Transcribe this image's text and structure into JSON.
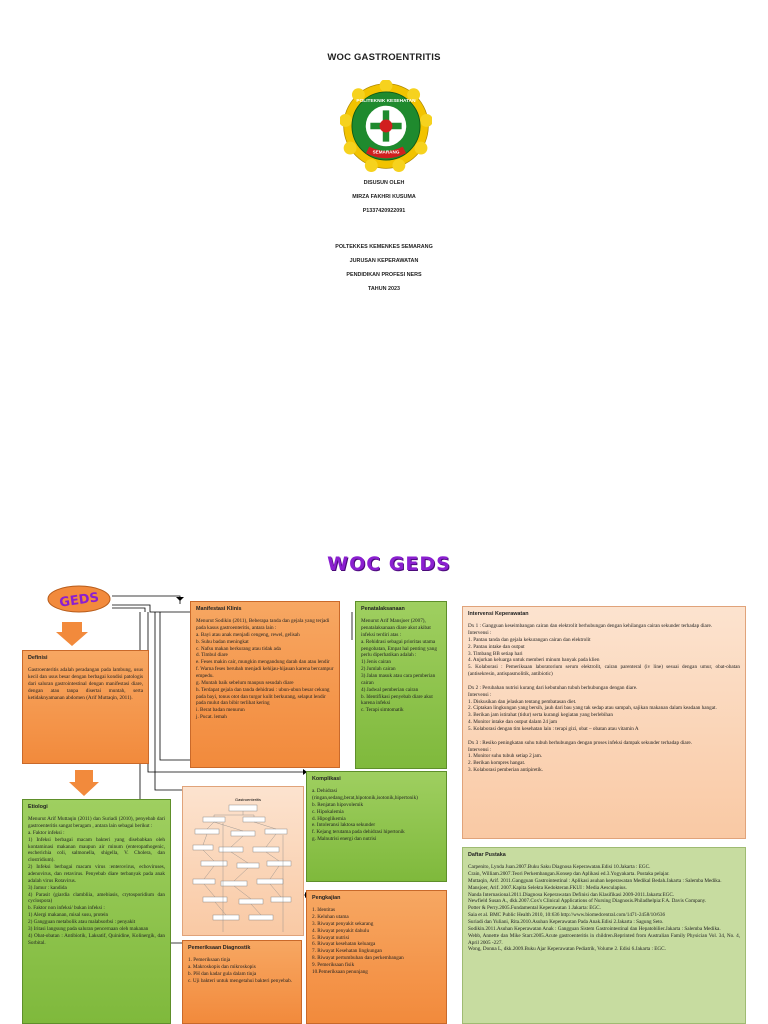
{
  "cover": {
    "title": "WOC GASTROENTRITIS",
    "logo_text_top": "POLITEKNIK KESEHATAN",
    "logo_text_bottom": "SEMARANG",
    "lines": [
      "DISUSUN OLEH",
      "MIRZA FAKHRI KUSUMA",
      "P1337420922091",
      "POLTEKKES KEMENKES SEMARANG",
      "JURUSAN KEPERAWATAN",
      "PENDIDIKAN PROFESI NERS",
      "TAHUN 2023"
    ]
  },
  "woc": {
    "title": "WOC GEDS",
    "badge": "GEDS",
    "definisi": {
      "head": "Definisi",
      "body": "Gastroenteritis adalah peradangan pada lambung, usus kecil dan usus besar dengan berbagai kondisi patologis dari saluran gastrointestinal dengan manifestasi diare, dengan atau tanpa disertai muntah, serta ketidaknyamanan abdomen (Arif Muttaqin, 2011)."
    },
    "etiologi": {
      "head": "Etiologi",
      "body": "Menurut Arif Muttaqin (2011) dan Suriadi (2010), penyebab dari gastroenteritis sangat beragam , antara lain sebagai berikut :\na. Faktor infeksi :\n1) Infeksi berbagai macam bakteri yang disebabkan oleh kontaminasi makanan maupun air minum (enteropathogenic, escherichia coli, salmonella, shigella, V. Cholera, dan clostridium).\n2) Infeksi berbagai macam virus :enterovirus, echoviruses, adenovirus, dan retavirus. Penyebab diare terbanyak pada anak adalah virus Rotavirus.\n3) Jamur : kandida\n4) Parasit (giardia clambliia, amebiasis, crytosporidium dan cyclospora)\nb. Faktor non infeksi/ bukan infeksi :\n1) Alergi makanan, misal susu, protein\n2) Gangguan metabolik atau malabsorbsi : penyakit\n3) Iritasi langsung pada saluran pencernaan oleh makanan\n4) Obat-obatan : Antibiotik, Laksatif, Quinidine, Kolinergik, dan Sorbital."
    },
    "manifestasi": {
      "head": "Manifestasi Klinis",
      "body": "Menurut Sodikin (2011), Beberapa tanda dan gejala yang terjadi pada kasus gastroenteritis, antara lain :\na. Bayi atau anak menjadi cengeng, rewel, gelisah\nb. Suhu badan meningkat\nc. Nafsu makan berkurang atau tidak ada\nd. Timbul diare\ne. Feses makin cair, mungkin mengandung darah dan atau lendir\nf. Warna feses berubah menjadi kehijau-hijauan karena bercampur empedu.\ng. Muntah baik sebelum maupun sesudah diare\nh. Terdapat gejala dan tanda dehidrasi : ubun-ubun besar cekung pada bayi, tonus otot dan turgor kulit berkurang, selaput lendir pada mulut dan bibir terlihat kering\ni. Berat badan menurun\nj. Pucat. lemah"
    },
    "penatalaksanaan": {
      "head": "Penatalaksanaan",
      "body": "Menurut Arif Mansjoer (2007), penatalaksanaan diare akut akibat infeksi terdiri atas :\na. Rehidrasi sebagai prioritas utama pengobatan, Empat hal penting yang perlu diperhatikan adalah :\n1) Jenis cairan\n2) Jumlah cairan\n3) Jalan masuk atau cara pemberian cairan\n4) Jadwal pemberian cairan\nb. Identifikasi penyebab diare akut karena infeksi\nc. Terapi simtomatik"
    },
    "komplikasi": {
      "head": "Komplikasi",
      "body": "a. Dehidrasi (ringan,sedang,berat,hipotonik,isotonik,hipertonik)\nb. Renjatan hipovolemik\nc. Hipokalemia\nd. Hipoglikemia\ne. Intoleransi laktosa sekunder\nf. Kejang terutama pada dehidrasi hipertonik\ng. Malnutrisi energi dan nutrisi"
    },
    "pengkajian": {
      "head": "Pengkajian",
      "body": "1. Identitas\n2. Keluhan utama\n3. Riwayat penyakit sekarang\n4. Riwayat penyakit dahulu\n5. Riwayat nutrisi\n6. Riwayat kesehatan keluarga\n7. Riwayat Kesehatan lingkungan\n8. Riwayat pertumbuhan dan perkembangan\n9. Pemeriksaan fisik\n10.Pemeriksaan penunjang"
    },
    "pemeriksaan": {
      "head": "Pemeriksaan Diagnostik",
      "body": "1. Pemeriksaan tinja\na. Makroskopis dan mikroskopis\nb. PH dan kadar gula dalam tinja\nc. Uji bakteri untuk mengetahui bakteri penyebab."
    },
    "intervensi": {
      "head": "Intervensi Keperawatan",
      "body": "Dx 1 : Gangguan keseimbangan cairan dan elektrolit berhubungan dengan kehilangan cairan sekunder terhadap diare.\nIntervensi :\n1. Pantau tanda dan gejala kekurangan cairan dan elektrolit\n2. Pantau intake dan output\n3. Timbang BB setiap hari\n4. Anjurkan keluarga untuk memberi minum banyak pada klien\n5. Kolaborasi : Pemeriksaan laboratorium serum elektrolit, cairan parenteral (iv line) sesuai dengan umur, obat-obatan (antisekresin, antispasmolitik, antibiotic)\n\nDx 2 : Perubahan nutrisi kurang dari kebutuhan tubuh berhubungan dengan diare.\nIntervensi :\n1. Diskusikan dan jelaskan tentang pembatasan diet.\n2. Ciptakan lingkungan yang bersih, jauh dari bau yang tak sedap atau sampah, sajikan makanan dalam keadaan hangat.\n3. Berikan jam istirahat (tidur) serta kurangi kegiatan yang berlebihan\n4. Monitor intake dan output dalam 24 jam\n5. Kolaborasi dengan tim kesehatan lain : terapi gizi, obat – obatan atau vitamin A\n\nDx 3 : Resiko peningkatan suhu tubuh berhubungan dengan proses infeksi dampak sekunder terhadap diare.\nIntervensi :\n1. Monitor suhu tubuh setiap 2 jam.\n2. Berikan kompres hangat.\n3. Kolaborasi pemberian antipiretik."
    },
    "daftar_pustaka": {
      "head": "Daftar Pustaka",
      "body": "Carpenito, Lynda Juan.2007.Buku Saku Diagnosa Keperawatan.Edisi 10.Jakarta : EGC.\nCrain, William.2007.Teori Perkembangan.Konsep dan Aplikasi ed.3.Yogyakarta. Pustaka pelajar.\nMuttaqin, Arif. 2011.Gangguan Gastrointestinal : Aplikasi asuhan keperawatan Medikal Bedah.Jakarta : Salemba Medika.\nMansjoer, Arif. 2007.Kapita Selekta Kedokteran.FKUI : Media Aesculapius.\nNanda Internasional.2011.Diagnosa Keperawatan Definisi dan Klasifikasi 2009-2011.Jakarta:EGC.\nNewfield Susan A., dkk.2007.Cox's Clinical Applications of Nursing Diagnosis.Philadhelpia:F.A. Davis Company.\nPotter & Perry.2005.Fundamental Keperawatan 1.Jakarta: EGC.\nSaia et al. BMC Public Health 2010, 10:636 http://www.biomedcentral.com/1471-2458/10/636\nSuriadi dan Yuliani, Rita.2010.Asuhan Keperawatan Pada Anak.Edisi 2.Jakarta : Sagung Seto.\nSodikin.2011.Asuhan Keperawatan Anak : Gangguan Sistem Gastrointestinal dan Hepatobilier.Jakarta : Salemba Medika.\nWebb, Annette dan Mike Starr.2005.Acute gastroenteritis in children.Reprinted from Australian Family Physician Vol. 34, No. 4, April 2005 -227.\nWong, Donna L, dkk.2009.Buku Ajar Keperawatan Pediatrik, Volume 2. Edisi 6.Jakarta : EGC."
    },
    "pathway_label": "Gastroenteritis"
  }
}
